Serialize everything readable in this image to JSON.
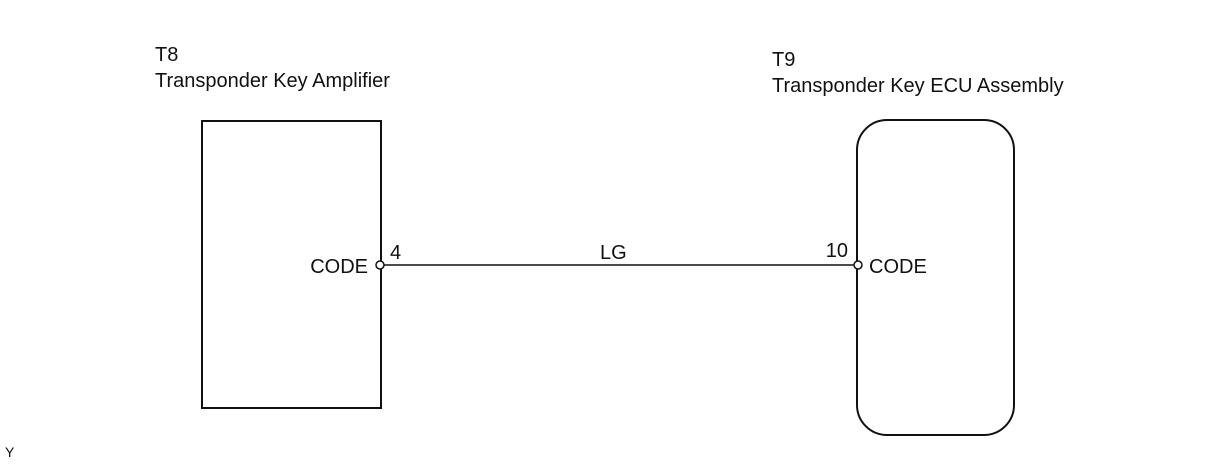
{
  "components": {
    "t8": {
      "code": "T8",
      "name": "Transponder Key Amplifier",
      "terminal": {
        "number": "4",
        "signal": "CODE"
      }
    },
    "t9": {
      "code": "T9",
      "name": "Transponder Key ECU Assembly",
      "terminal": {
        "number": "10",
        "signal": "CODE"
      }
    }
  },
  "wire": {
    "color_code": "LG"
  },
  "footer_mark": "Y",
  "colors": {
    "line": "#111111",
    "background": "#ffffff"
  }
}
